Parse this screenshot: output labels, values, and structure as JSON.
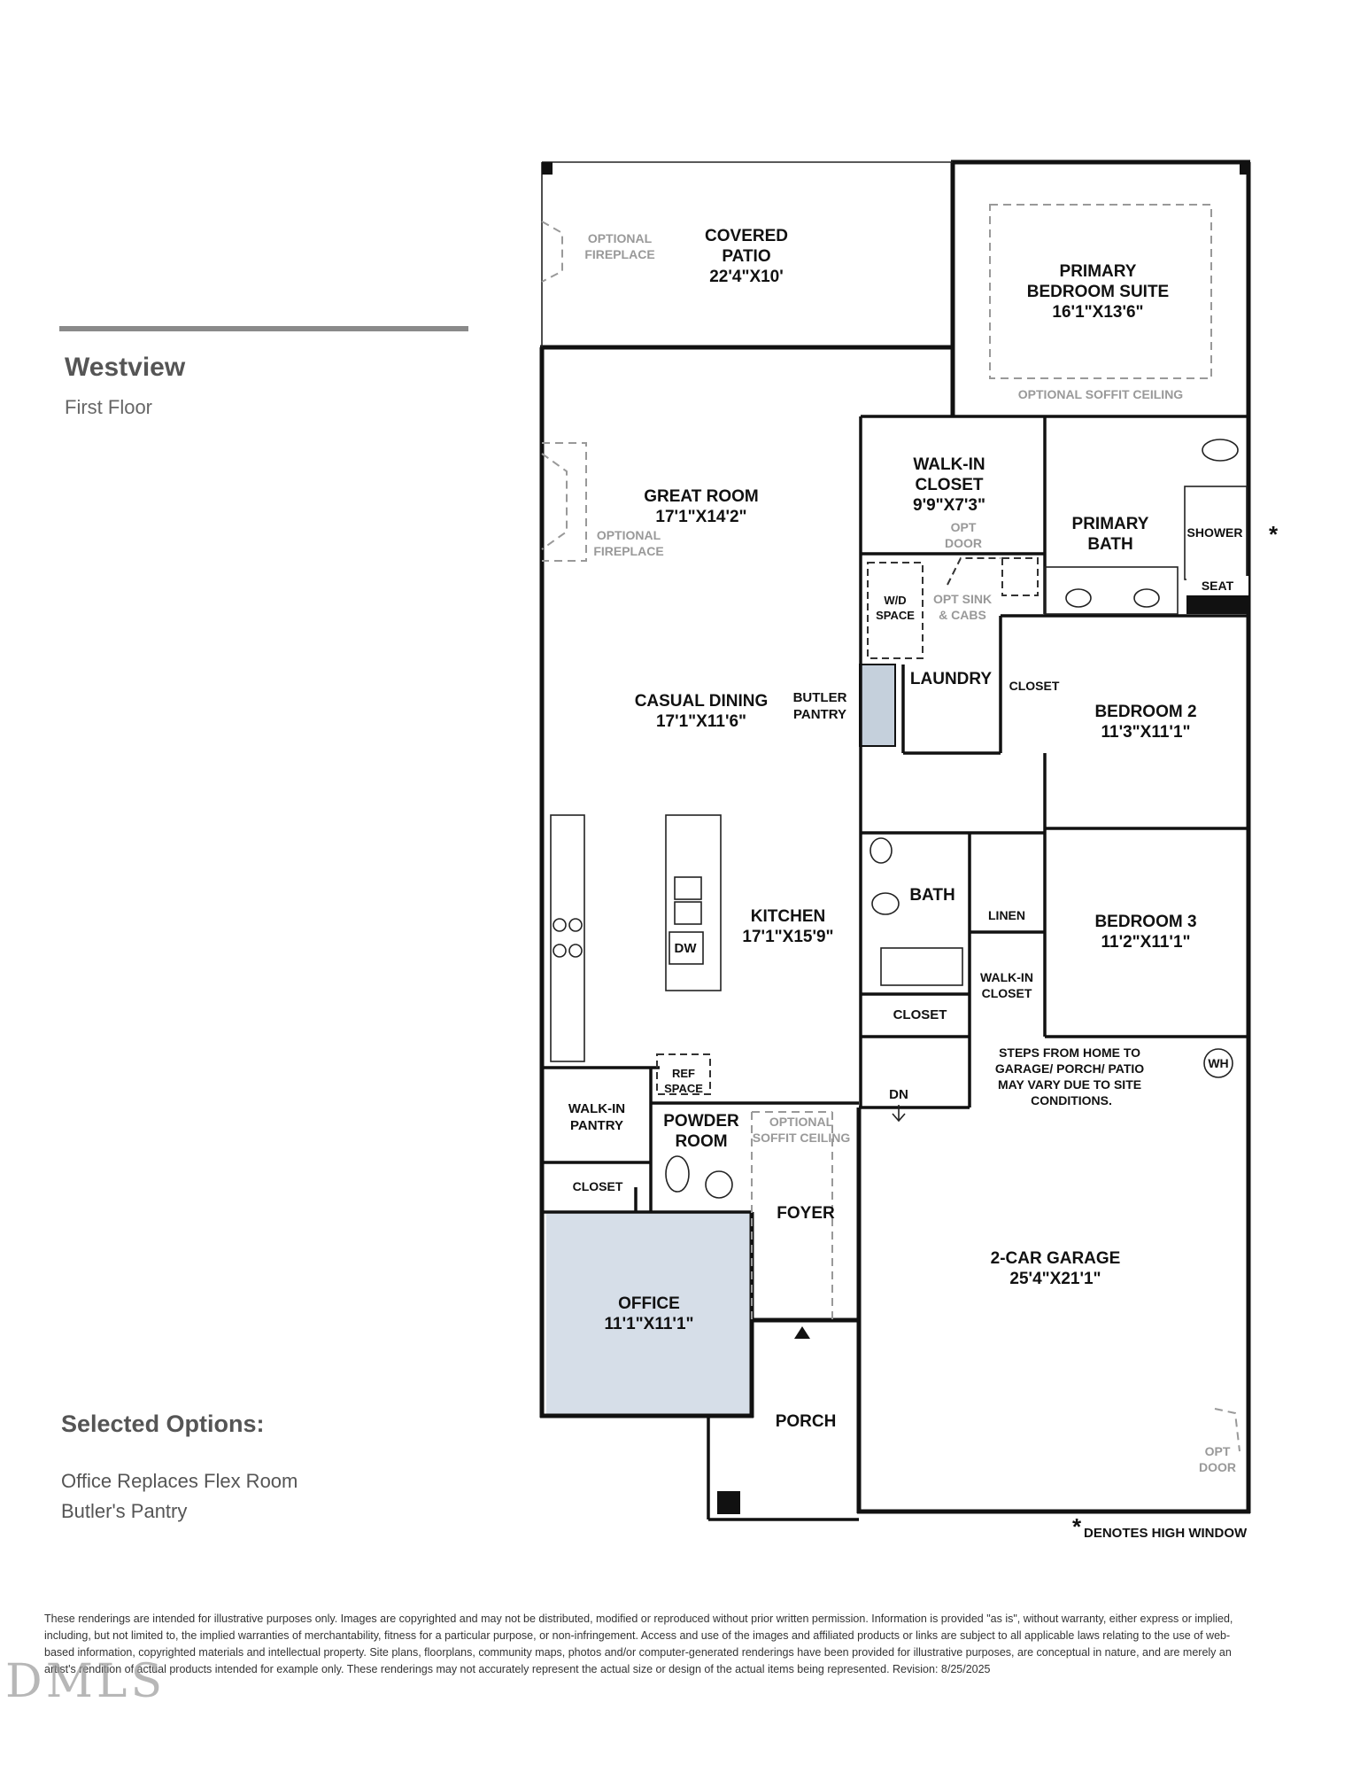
{
  "sidebar": {
    "plan_name": "Westview",
    "floor": "First Floor",
    "options_heading": "Selected Options:",
    "options": [
      "Office Replaces Flex Room",
      "Butler's Pantry"
    ]
  },
  "rooms": {
    "covered_patio": {
      "line1": "COVERED",
      "line2": "PATIO",
      "dims": "22'4\"X10'"
    },
    "primary_bedroom": {
      "line1": "PRIMARY",
      "line2": "BEDROOM SUITE",
      "dims": "16'1\"X13'6\""
    },
    "walk_in_closet": {
      "line1": "WALK-IN",
      "line2": "CLOSET",
      "dims": "9'9\"X7'3\""
    },
    "primary_bath": {
      "line1": "PRIMARY",
      "line2": "BATH"
    },
    "great_room": {
      "line1": "GREAT ROOM",
      "dims": "17'1\"X14'2\""
    },
    "casual_dining": {
      "line1": "CASUAL DINING",
      "dims": "17'1\"X11'6\""
    },
    "butler_pantry": {
      "line1": "BUTLER",
      "line2": "PANTRY"
    },
    "laundry": {
      "line1": "LAUNDRY"
    },
    "bedroom2": {
      "line1": "BEDROOM 2",
      "dims": "11'3\"X11'1\""
    },
    "bedroom3": {
      "line1": "BEDROOM 3",
      "dims": "11'2\"X11'1\""
    },
    "kitchen": {
      "line1": "KITCHEN",
      "dims": "17'1\"X15'9\""
    },
    "bath": {
      "line1": "BATH"
    },
    "office": {
      "line1": "OFFICE",
      "dims": "11'1\"X11'1\""
    },
    "garage": {
      "line1": "2-CAR GARAGE",
      "dims": "25'4\"X21'1\""
    },
    "foyer": {
      "line1": "FOYER"
    },
    "porch": {
      "line1": "PORCH"
    },
    "powder_room": {
      "line1": "POWDER",
      "line2": "ROOM"
    },
    "walk_in_pantry": {
      "line1": "WALK-IN",
      "line2": "PANTRY"
    }
  },
  "small_labels": {
    "shower": "SHOWER",
    "seat": "SEAT",
    "closet": "CLOSET",
    "linen": "LINEN",
    "walk_in_closet_1": "WALK-IN",
    "walk_in_closet_2": "CLOSET",
    "wd_1": "W/D",
    "wd_2": "SPACE",
    "ref_1": "REF",
    "ref_2": "SPACE",
    "dw": "DW",
    "dn": "DN",
    "wh": "WH",
    "high_window_mark": "*",
    "steps_note": [
      "STEPS FROM HOME TO",
      "GARAGE/ PORCH/ PATIO",
      "MAY VARY DUE TO SITE",
      "CONDITIONS."
    ],
    "legend": "DENOTES HIGH WINDOW"
  },
  "optional_labels": {
    "fireplace_patio": [
      "OPTIONAL",
      "FIREPLACE"
    ],
    "fireplace_great": [
      "OPTIONAL",
      "FIREPLACE"
    ],
    "soffit_primary": "OPTIONAL SOFFIT CEILING",
    "opt_door": [
      "OPT",
      "DOOR"
    ],
    "opt_sink": [
      "OPT SINK",
      "& CABS"
    ],
    "soffit_foyer": [
      "OPTIONAL",
      "SOFFIT CEILING"
    ],
    "garage_opt_door": [
      "OPT",
      "DOOR"
    ]
  },
  "disclaimer": "These renderings are intended for illustrative purposes only. Images are copyrighted and may not be distributed, modified or reproduced without prior written permission. Information is provided \"as is\", without warranty, either express or implied, including, but not limited to, the implied warranties of merchantability, fitness for a particular purpose, or non-infringement. Access and use of the images and affiliated products or links are subject to all applicable laws relating to the use of web-based information, copyrighted materials and intellectual property. Site plans, floorplans, community maps, photos and/or computer-generated renderings have been provided for illustrative purposes, are conceptual in nature, and are merely an artist's rendition of actual products intended for example only. These renderings may not accurately represent the actual size or design of the actual items being represented. Revision: 8/25/2025",
  "watermark": "DMLS",
  "colors": {
    "office_fill": "#d6dee8",
    "pantry_fill": "#c5d0dc",
    "wall": "#111111",
    "optional": "#999999"
  }
}
